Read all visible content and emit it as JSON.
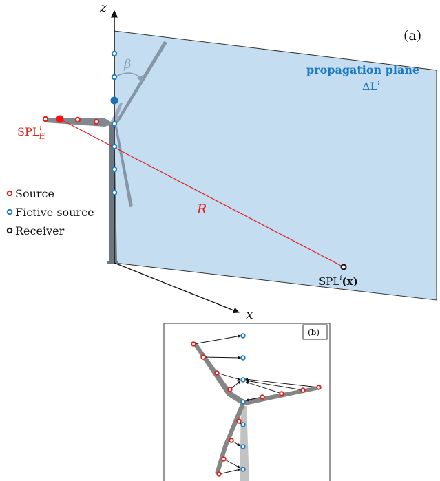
{
  "panel_a": {
    "label": "(a)",
    "axis_z": "z",
    "axis_x": "x",
    "plane_title": "propagation plane",
    "plane_subtitle": "ΔL",
    "plane_subtitle_sup": "i",
    "beta": "β",
    "distance": "R",
    "spl_ff_base": "SPL",
    "spl_ff_sup": "i",
    "spl_ff_sub": "ff",
    "receiver_base": "SPL",
    "receiver_sup": "i",
    "receiver_arg": "(x)"
  },
  "legend": [
    {
      "label": "Source",
      "color": "#e0201c"
    },
    {
      "label": "Fictive source",
      "color": "#1f7dbf"
    },
    {
      "label": "Receiver",
      "color": "#111111"
    }
  ],
  "panel_b": {
    "label": "(b)"
  },
  "colors": {
    "plane_fill": "#c4ddf0",
    "plane_stroke": "#333333",
    "source": "#e0201c",
    "fictive": "#1f7dbf",
    "blade": "#7f8a94",
    "plane_text": "#1a79bf",
    "radius_line": "#e0201c"
  }
}
